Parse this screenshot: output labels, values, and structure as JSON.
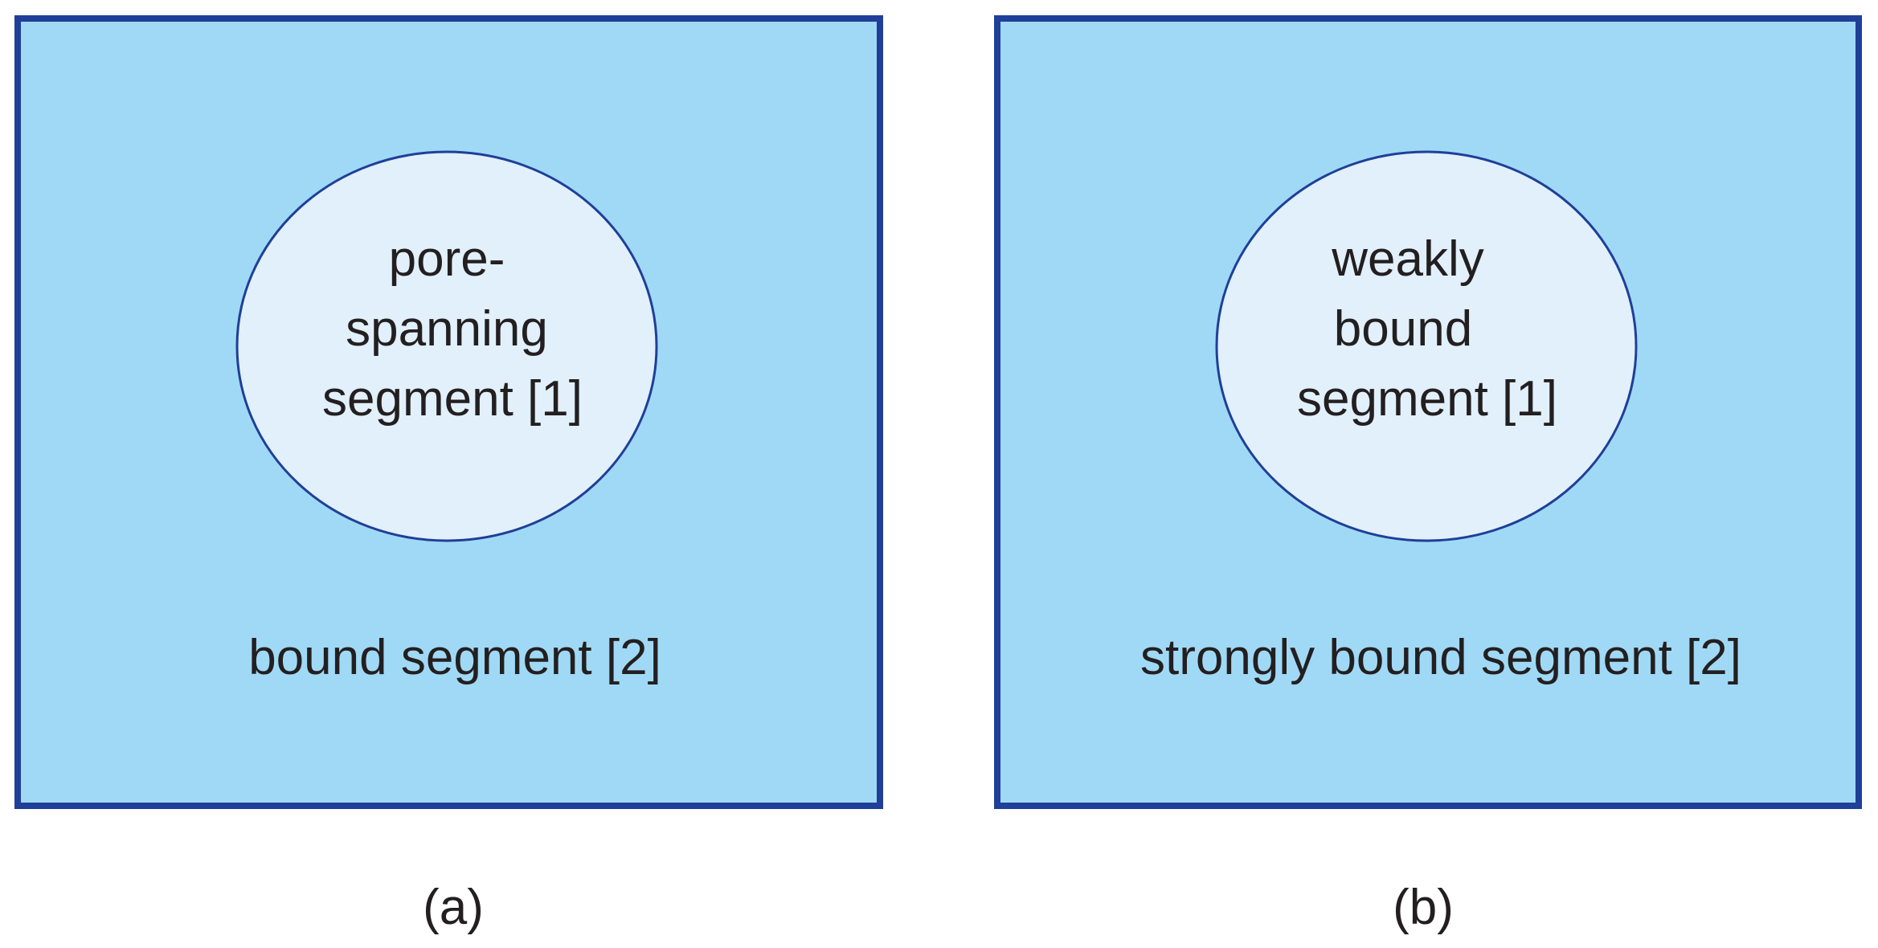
{
  "colors": {
    "outer_fill": "#a0d9f5",
    "inner_fill": "#e1f0fb",
    "border": "#1f3f99",
    "text": "#231f20"
  },
  "panels": [
    {
      "inner_lines": [
        "pore-",
        "spanning",
        "segment [1]"
      ],
      "outer_label": "bound segment [2]",
      "caption": "(a)"
    },
    {
      "inner_lines": [
        "weakly",
        "bound",
        "segment [1]"
      ],
      "outer_label": "strongly bound segment [2]",
      "caption": "(b)"
    }
  ]
}
